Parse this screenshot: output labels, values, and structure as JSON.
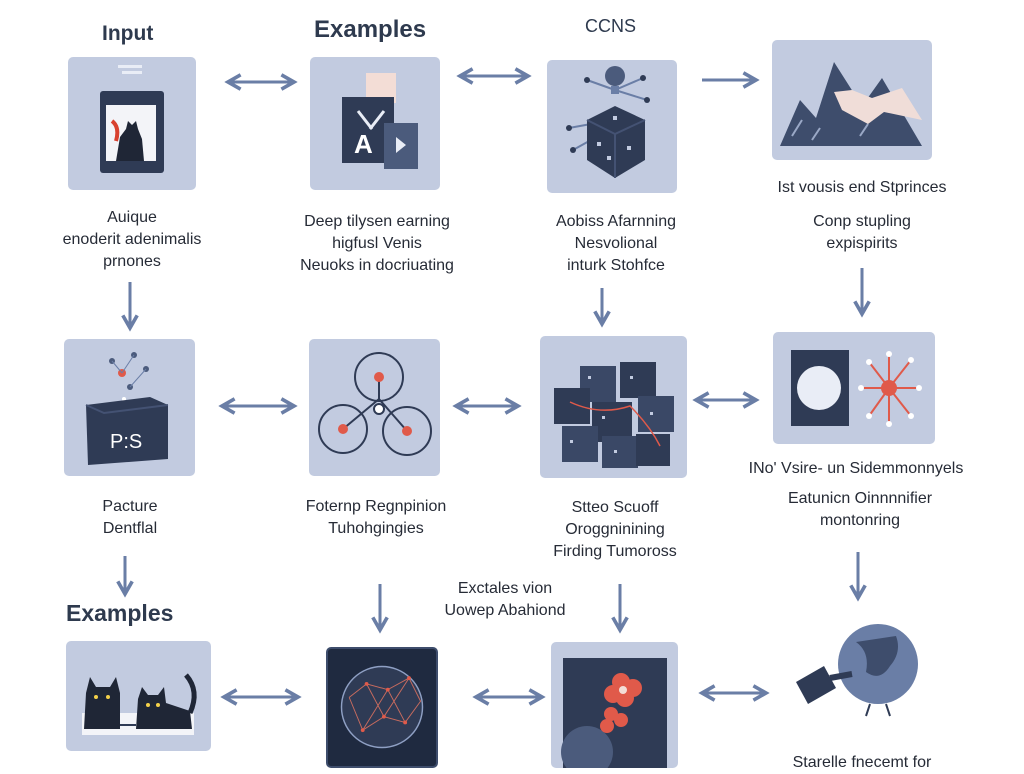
{
  "headings": {
    "input": "Input",
    "examples_top": "Examples",
    "ccns": "CCNS",
    "examples_bottom": "Examples"
  },
  "captions": {
    "c1": [
      "Auique",
      "enoderit adenimalis",
      "prnones"
    ],
    "c2": [
      "Deep tilysen earning",
      "higfusl Venis",
      "Neuoks in docriuating"
    ],
    "c3": [
      "Aobiss Afarnning",
      "Nesvolional",
      "inturk Stohfce"
    ],
    "c4a": [
      "Ist vousis end Stprinces"
    ],
    "c4b": [
      "Conp stupling",
      "expispirits"
    ],
    "c5": [
      "Pacture",
      "Dentflal"
    ],
    "c6": [
      "Foternp Regnpinion",
      "Tuhohgingies"
    ],
    "c7": [
      "Stteo Scuoff",
      "Oroggninining",
      "Firding Tumoross"
    ],
    "c8a": [
      "INo' Vsire- un Sidemmonnyels"
    ],
    "c8b": [
      "Eatunicn Oinnnnifier",
      "montonring"
    ],
    "c9": [
      "Exctales vion",
      "Uowep Abahiond"
    ],
    "c10": [
      "Starelle fnecemt for"
    ]
  },
  "tile_icons": {
    "t1": "cat-photo-icon",
    "t2": "video-stack-icon",
    "t3": "neural-cube-icon",
    "t4": "mountain-image-icon",
    "t5": "pss-box-icon",
    "t6": "node-circles-icon",
    "t7": "cube-cluster-icon",
    "t8": "neuron-scan-icon",
    "t9": "cats-photo-icon",
    "t10": "network-globe-icon",
    "t11": "flower-screen-icon",
    "t12": "satellite-globe-icon"
  },
  "tile_text": {
    "t2_letter": "A",
    "t5_label": "P:S"
  },
  "colors": {
    "tile_bg": "#c2cbe0",
    "arrow": "#6a7ea6",
    "dark": "#2f3b55",
    "accent_red": "#e05a4a"
  }
}
